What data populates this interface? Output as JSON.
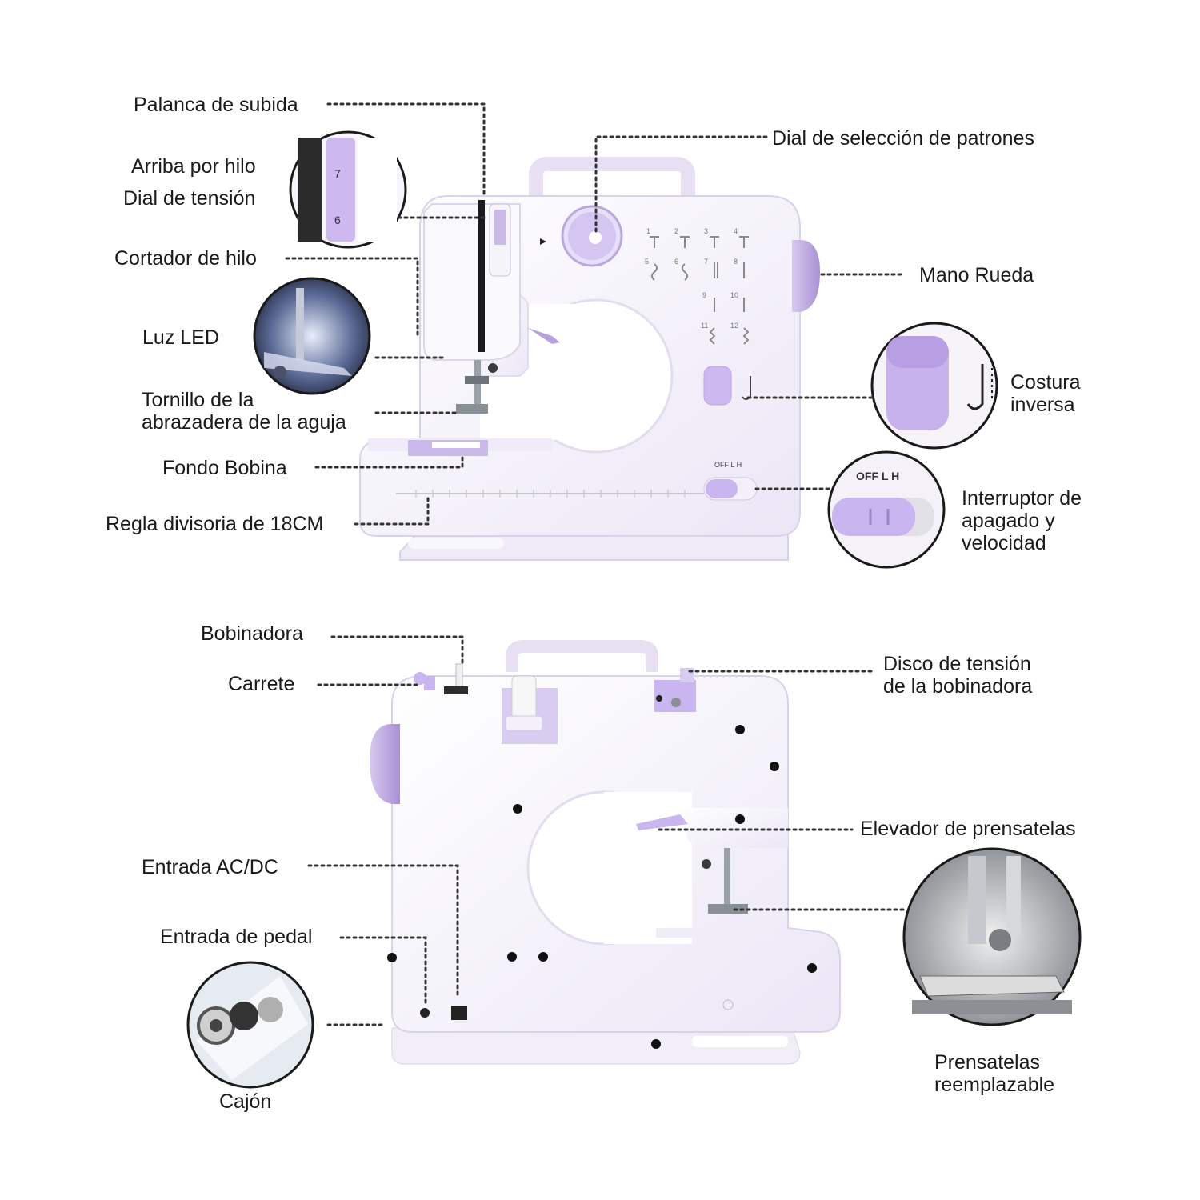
{
  "front_labels": {
    "palanca": "Palanca de subida",
    "arriba_hilo": "Arriba por hilo",
    "dial_tension": "Dial de tensión",
    "cortador": "Cortador de hilo",
    "luz_led": "Luz LED",
    "tornillo_1": "Tornillo de la",
    "tornillo_2": "abrazadera de la aguja",
    "fondo_bobina": "Fondo Bobina",
    "regla": "Regla divisoria de 18CM",
    "dial_patrones": "Dial de selección de patrones",
    "mano_rueda": "Mano Rueda",
    "costura_1": "Costura",
    "costura_2": "inversa",
    "interruptor_1": "Interruptor de",
    "interruptor_2": "apagado y",
    "interruptor_3": "velocidad"
  },
  "back_labels": {
    "bobinadora": "Bobinadora",
    "carrete": "Carrete",
    "disco_1": "Disco de tensión",
    "disco_2": "de la bobinadora",
    "elevador": "Elevador de prensatelas",
    "entrada_acdc": "Entrada AC/DC",
    "entrada_pedal": "Entrada de pedal",
    "cajon": "Cajón",
    "prensatelas_1": "Prensatelas",
    "prensatelas_2": "reemplazable"
  },
  "machine_marks": {
    "switch_text": "OFF  L  H",
    "zoom_switch_text": "OFF  L  H",
    "dial_digit_7": "7",
    "dial_digit_6": "6",
    "stitch_numbers": [
      "1",
      "2",
      "3",
      "4",
      "5",
      "6",
      "7",
      "8",
      "9",
      "10",
      "11",
      "12"
    ]
  },
  "colors": {
    "accent": "#c8b6e6",
    "accent_dark": "#a68ccf",
    "body": "#f3f0fa",
    "outline": "#d9d3ea",
    "leader": "#333333"
  }
}
